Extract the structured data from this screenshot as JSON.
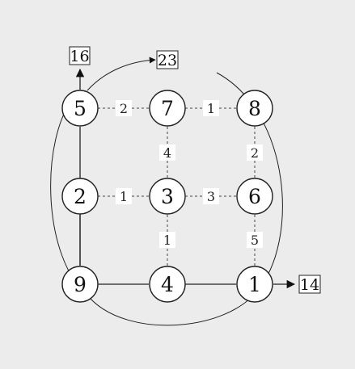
{
  "nodes": {
    "n5": "5",
    "n7": "7",
    "n8": "8",
    "n2": "2",
    "n3": "3",
    "n6": "6",
    "n9": "9",
    "n4": "4",
    "n1": "1"
  },
  "edge_weights": {
    "e5_7": "2",
    "e7_8": "1",
    "e2_3": "1",
    "e3_6": "3",
    "e7_3": "4",
    "e8_6": "2",
    "e3_4": "1",
    "e6_1": "5"
  },
  "outputs": {
    "top": "16",
    "curve": "23",
    "right": "14"
  },
  "colors": {
    "background": "#ececec",
    "node_fill": "#ffffff",
    "stroke": "#222222"
  }
}
